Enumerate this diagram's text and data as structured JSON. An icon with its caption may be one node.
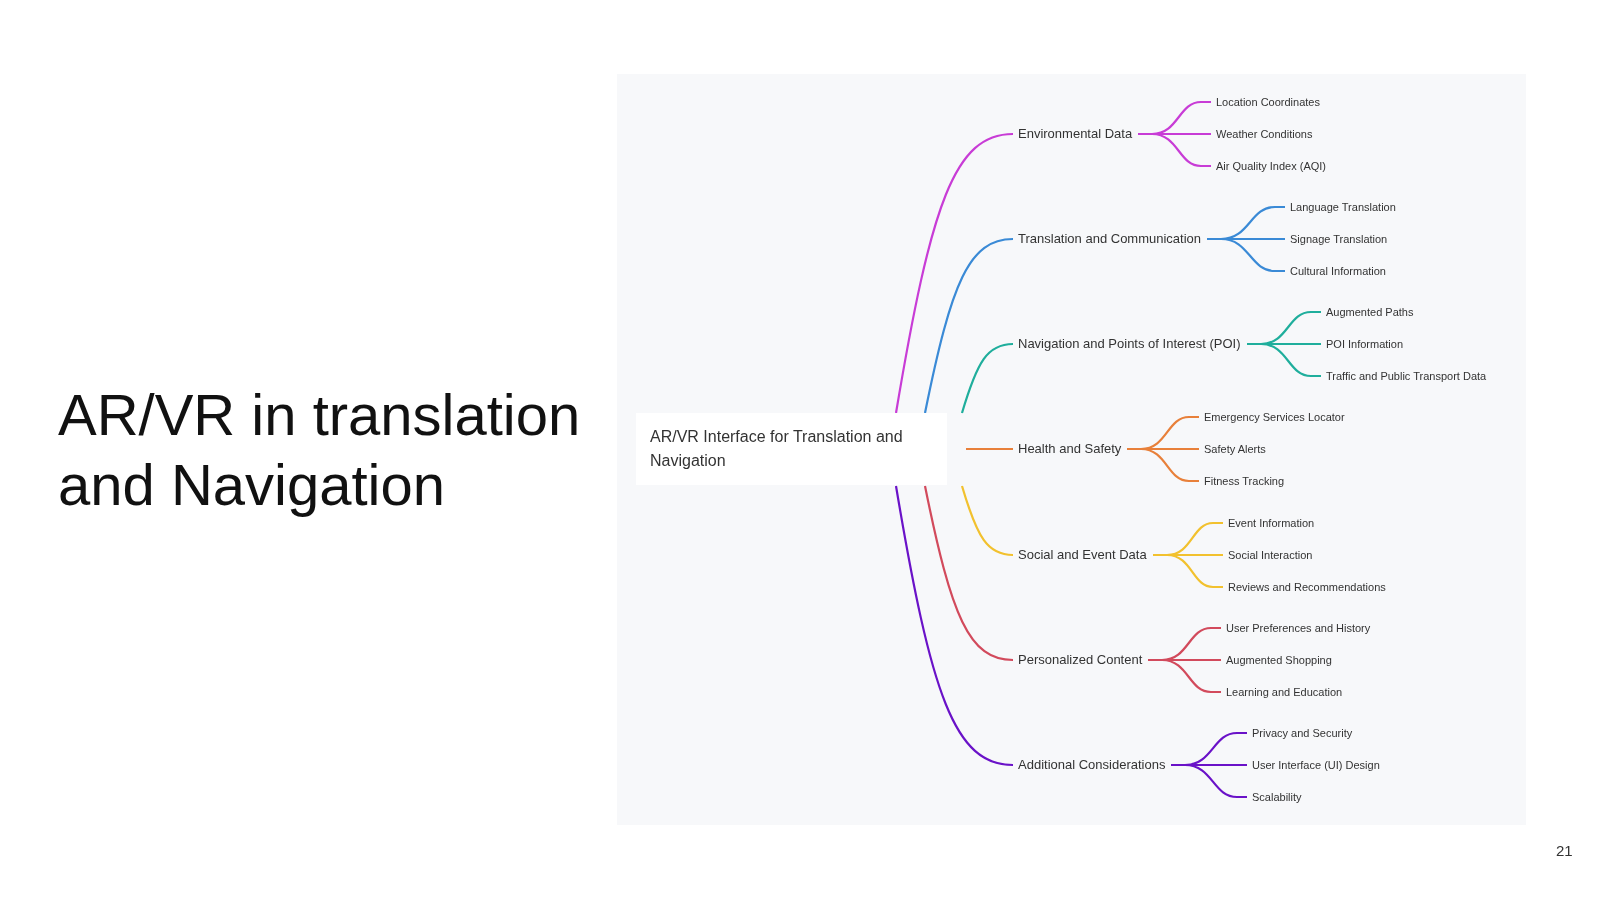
{
  "diagram": {
    "title": "AR/VR in translation and Navigation",
    "nodes": [
      {
        "text": [
          "AR/VR Interface for Translation and Navigation"
        ]
      },
      {
        "text": [
          "Environmental Data"
        ]
      },
      {
        "text": [
          "Location Coordinates"
        ]
      },
      {
        "text": [
          "Weather Conditions"
        ]
      },
      {
        "text": [
          "Air Quality Index (AQI)"
        ]
      },
      {
        "text": [
          "Translation and Communication"
        ]
      },
      {
        "text": [
          "Language Translation"
        ]
      },
      {
        "text": [
          "Signage Translation"
        ]
      },
      {
        "text": [
          "Cultural Information"
        ]
      },
      {
        "text": [
          "Navigation and Points of Interest (POI)"
        ]
      },
      {
        "text": [
          "Augmented Paths"
        ]
      },
      {
        "text": [
          "POI Information"
        ]
      },
      {
        "text": [
          "Traffic and Public Transport Data"
        ]
      },
      {
        "text": [
          "Health and Safety"
        ]
      },
      {
        "text": [
          "Emergency Services Locator"
        ]
      },
      {
        "text": [
          "Safety Alerts"
        ]
      },
      {
        "text": [
          "Fitness Tracking"
        ]
      },
      {
        "text": [
          "Social and Event Data"
        ]
      },
      {
        "text": [
          "Event Information"
        ]
      },
      {
        "text": [
          "Social Interaction"
        ]
      },
      {
        "text": [
          "Reviews and Recommendations"
        ]
      },
      {
        "text": [
          "Personalized Content"
        ]
      },
      {
        "text": [
          "User Preferences and History"
        ]
      },
      {
        "text": [
          "Augmented Shopping"
        ]
      },
      {
        "text": [
          "Learning and Education"
        ]
      },
      {
        "text": [
          "Additional Considerations"
        ]
      },
      {
        "text": [
          "Privacy and Security"
        ]
      },
      {
        "text": [
          "User Interface (UI) Design"
        ]
      },
      {
        "text": [
          "Scalability"
        ]
      }
    ],
    "edges": [
      {
        "from": 0,
        "to": 1,
        "arrow": "none",
        "color": "#c83cd6"
      },
      {
        "from": 1,
        "to": 2,
        "arrow": "none",
        "color": "#c83cd6"
      },
      {
        "from": 1,
        "to": 3,
        "arrow": "none",
        "color": "#c83cd6"
      },
      {
        "from": 1,
        "to": 4,
        "arrow": "none",
        "color": "#c83cd6"
      },
      {
        "from": 0,
        "to": 5,
        "arrow": "none",
        "color": "#3a8ad6"
      },
      {
        "from": 5,
        "to": 6,
        "arrow": "none",
        "color": "#3a8ad6"
      },
      {
        "from": 5,
        "to": 7,
        "arrow": "none",
        "color": "#3a8ad6"
      },
      {
        "from": 5,
        "to": 8,
        "arrow": "none",
        "color": "#3a8ad6"
      },
      {
        "from": 0,
        "to": 9,
        "arrow": "none",
        "color": "#1fae9c"
      },
      {
        "from": 9,
        "to": 10,
        "arrow": "none",
        "color": "#1fae9c"
      },
      {
        "from": 9,
        "to": 11,
        "arrow": "none",
        "color": "#1fae9c"
      },
      {
        "from": 9,
        "to": 12,
        "arrow": "none",
        "color": "#1fae9c"
      },
      {
        "from": 0,
        "to": 13,
        "arrow": "none",
        "color": "#e8803a"
      },
      {
        "from": 13,
        "to": 14,
        "arrow": "none",
        "color": "#e8803a"
      },
      {
        "from": 13,
        "to": 15,
        "arrow": "none",
        "color": "#e8803a"
      },
      {
        "from": 13,
        "to": 16,
        "arrow": "none",
        "color": "#e8803a"
      },
      {
        "from": 0,
        "to": 17,
        "arrow": "none",
        "color": "#f2c12e"
      },
      {
        "from": 17,
        "to": 18,
        "arrow": "none",
        "color": "#f2c12e"
      },
      {
        "from": 17,
        "to": 19,
        "arrow": "none",
        "color": "#f2c12e"
      },
      {
        "from": 17,
        "to": 20,
        "arrow": "none",
        "color": "#f2c12e"
      },
      {
        "from": 0,
        "to": 21,
        "arrow": "none",
        "color": "#d24a5c"
      },
      {
        "from": 21,
        "to": 22,
        "arrow": "none",
        "color": "#d24a5c"
      },
      {
        "from": 21,
        "to": 23,
        "arrow": "none",
        "color": "#d24a5c"
      },
      {
        "from": 21,
        "to": 24,
        "arrow": "none",
        "color": "#d24a5c"
      },
      {
        "from": 0,
        "to": 25,
        "arrow": "none",
        "color": "#6a12c8"
      },
      {
        "from": 25,
        "to": 26,
        "arrow": "none",
        "color": "#6a12c8"
      },
      {
        "from": 25,
        "to": 27,
        "arrow": "none",
        "color": "#6a12c8"
      },
      {
        "from": 25,
        "to": 28,
        "arrow": "none",
        "color": "#6a12c8"
      }
    ],
    "labels": [
      "21"
    ]
  }
}
